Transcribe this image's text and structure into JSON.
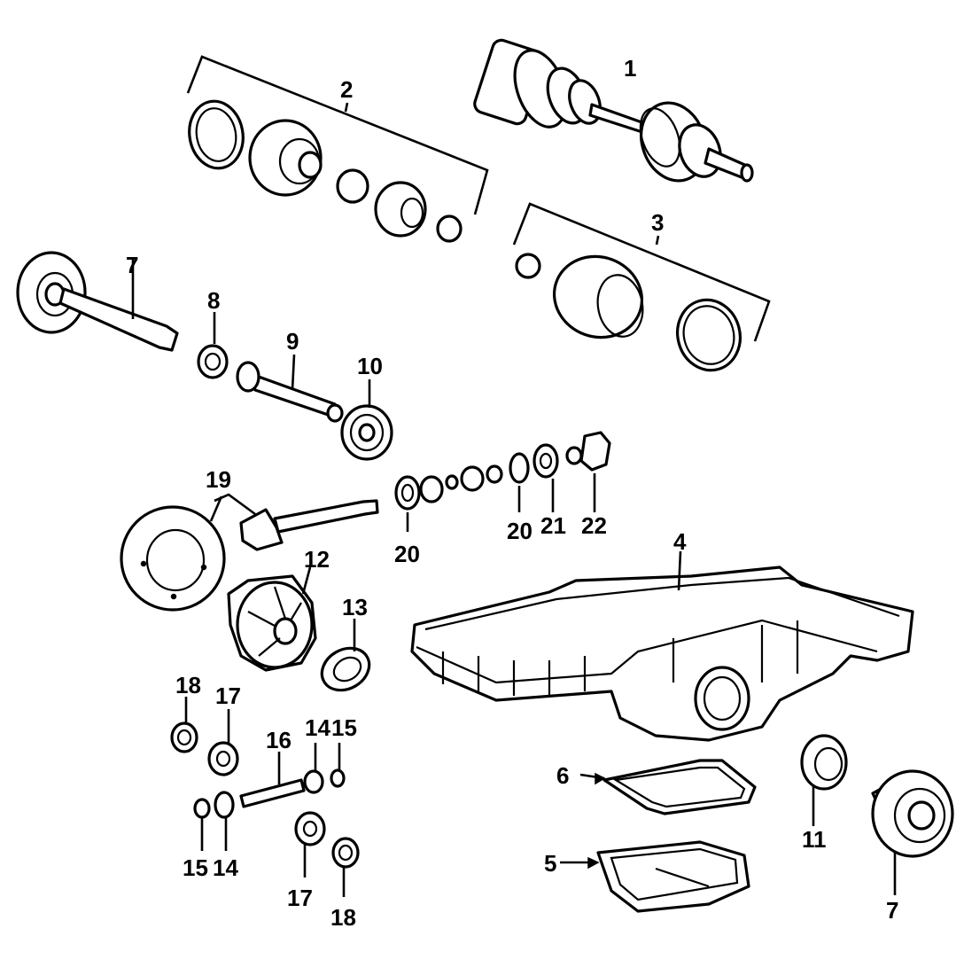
{
  "callouts": [
    {
      "id": "c1",
      "text": "1"
    },
    {
      "id": "c2",
      "text": "2"
    },
    {
      "id": "c3",
      "text": "3"
    },
    {
      "id": "c4",
      "text": "4"
    },
    {
      "id": "c5",
      "text": "5"
    },
    {
      "id": "c6",
      "text": "6"
    },
    {
      "id": "c7a",
      "text": "7"
    },
    {
      "id": "c7b",
      "text": "7"
    },
    {
      "id": "c8",
      "text": "8"
    },
    {
      "id": "c9",
      "text": "9"
    },
    {
      "id": "c10",
      "text": "10"
    },
    {
      "id": "c11",
      "text": "11"
    },
    {
      "id": "c12",
      "text": "12"
    },
    {
      "id": "c13",
      "text": "13"
    },
    {
      "id": "c14a",
      "text": "14"
    },
    {
      "id": "c14b",
      "text": "14"
    },
    {
      "id": "c15a",
      "text": "15"
    },
    {
      "id": "c15b",
      "text": "15"
    },
    {
      "id": "c16",
      "text": "16"
    },
    {
      "id": "c17a",
      "text": "17"
    },
    {
      "id": "c17b",
      "text": "17"
    },
    {
      "id": "c18a",
      "text": "18"
    },
    {
      "id": "c18b",
      "text": "18"
    },
    {
      "id": "c19",
      "text": "19"
    },
    {
      "id": "c20a",
      "text": "20"
    },
    {
      "id": "c20b",
      "text": "20"
    },
    {
      "id": "c21",
      "text": "21"
    },
    {
      "id": "c22",
      "text": "22"
    }
  ]
}
